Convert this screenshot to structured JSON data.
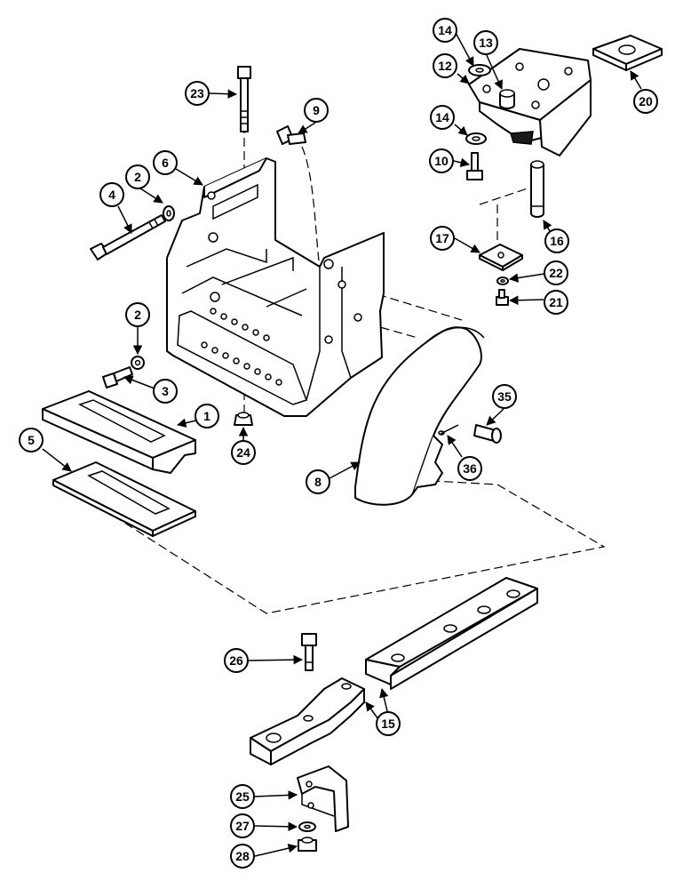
{
  "callouts": [
    {
      "id": "c1",
      "label": "1"
    },
    {
      "id": "c2a",
      "label": "2"
    },
    {
      "id": "c2b",
      "label": "2"
    },
    {
      "id": "c3",
      "label": "3"
    },
    {
      "id": "c4",
      "label": "4"
    },
    {
      "id": "c5",
      "label": "5"
    },
    {
      "id": "c6",
      "label": "6"
    },
    {
      "id": "c8",
      "label": "8"
    },
    {
      "id": "c9",
      "label": "9"
    },
    {
      "id": "c10",
      "label": "10"
    },
    {
      "id": "c12",
      "label": "12"
    },
    {
      "id": "c13",
      "label": "13"
    },
    {
      "id": "c14a",
      "label": "14"
    },
    {
      "id": "c14b",
      "label": "14"
    },
    {
      "id": "c15",
      "label": "15"
    },
    {
      "id": "c16",
      "label": "16"
    },
    {
      "id": "c17",
      "label": "17"
    },
    {
      "id": "c20",
      "label": "20"
    },
    {
      "id": "c21",
      "label": "21"
    },
    {
      "id": "c22",
      "label": "22"
    },
    {
      "id": "c23",
      "label": "23"
    },
    {
      "id": "c24",
      "label": "24"
    },
    {
      "id": "c25",
      "label": "25"
    },
    {
      "id": "c26",
      "label": "26"
    },
    {
      "id": "c27",
      "label": "27"
    },
    {
      "id": "c28",
      "label": "28"
    },
    {
      "id": "c35",
      "label": "35"
    },
    {
      "id": "c36",
      "label": "36"
    }
  ]
}
